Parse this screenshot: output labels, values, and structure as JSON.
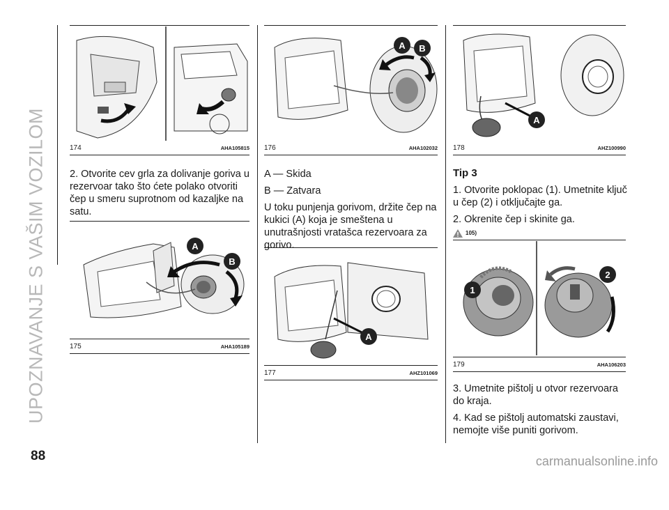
{
  "section_title": "UPOZNAVANJE S VAŠIM VOZILOM",
  "page_number": "88",
  "watermark": "carmanualsonline.info",
  "figures": [
    {
      "num": "174",
      "code": "AHA105815"
    },
    {
      "num": "175",
      "code": "AHA105189"
    },
    {
      "num": "176",
      "code": "AHA102032"
    },
    {
      "num": "177",
      "code": "AHZ101069"
    },
    {
      "num": "178",
      "code": "AHZ100990"
    },
    {
      "num": "179",
      "code": "AHA106203"
    }
  ],
  "labels": {
    "a": "A",
    "b": "B",
    "one": "1",
    "two": "2"
  },
  "col1": {
    "step2": "2. Otvorite cev grla za dolivanje goriva u rezervoar tako što ćete polako otvoriti čep u smeru suprotnom od kazaljke na satu."
  },
  "col2": {
    "legend_a": "A — Skida",
    "legend_b": "B — Zatvara",
    "para": "U toku punjenja gorivom, držite čep na kukici (A) koja je smeštena u unutrašnjosti vratašca rezervoara za gorivo."
  },
  "col3": {
    "heading": "Tip 3",
    "step1": "1. Otvorite poklopac (1). Umetnite ključ u čep (2) i otključajte ga.",
    "step2": "2. Okrenite čep i skinite ga.",
    "warning_ref": "105)",
    "step3": "3. Umetnite pištolj u otvor rezervoara do kraja.",
    "step4": "4. Kad se pištolj automatski zaustavi, nemojte više puniti gorivom."
  }
}
